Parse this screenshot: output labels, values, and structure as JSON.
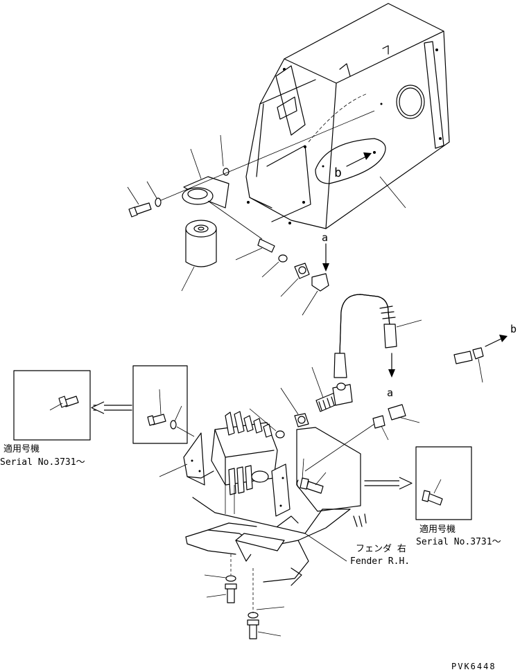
{
  "callouts": {
    "arrow_a_top": "a",
    "arrow_a_mid": "a",
    "arrow_b_right": "b",
    "arrow_b_panel": "b"
  },
  "inset_left": {
    "applicable_label": "適用号機",
    "serial_label": "Serial No.3731～"
  },
  "inset_right": {
    "applicable_label": "適用号機",
    "serial_label": "Serial No.3731～"
  },
  "fender": {
    "label_jp": "フェンダ 右",
    "label_en": "Fender R.H."
  },
  "drawing_code": "PVK6448"
}
